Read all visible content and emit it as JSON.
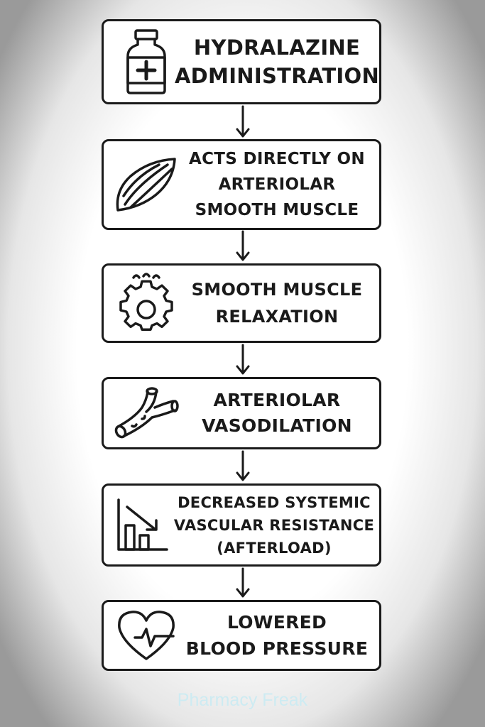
{
  "steps": [
    {
      "id": "administration",
      "icon": "medicine-bottle-icon",
      "lines": [
        "HYDRALAZINE",
        "ADMINISTRATION"
      ]
    },
    {
      "id": "smooth-muscle-action",
      "icon": "muscle-icon",
      "lines": [
        "ACTS DIRECTLY ON",
        "ARTERIOLAR",
        "SMOOTH MUSCLE"
      ]
    },
    {
      "id": "relaxation",
      "icon": "gear-icon",
      "lines": [
        "SMOOTH MUSCLE",
        "RELAXATION"
      ]
    },
    {
      "id": "vasodilation",
      "icon": "blood-vessel-icon",
      "lines": [
        "ARTERIOLAR",
        "VASODILATION"
      ]
    },
    {
      "id": "decreased-resistance",
      "icon": "declining-bar-chart-icon",
      "lines": [
        "DECREASED SYSTEMIC",
        "VASCULAR RESISTANCE",
        "(AFTERLOAD)"
      ]
    },
    {
      "id": "lowered-bp",
      "icon": "heart-pulse-icon",
      "lines": [
        "LOWERED",
        "BLOOD PRESSURE"
      ]
    }
  ],
  "connector_icon": "down-arrow-icon",
  "footer": {
    "watermark": "Pharmacy Freak"
  },
  "colors": {
    "stroke": "#1a1a1a",
    "box_fill": "#ffffff",
    "watermark": "#cdebf2"
  }
}
